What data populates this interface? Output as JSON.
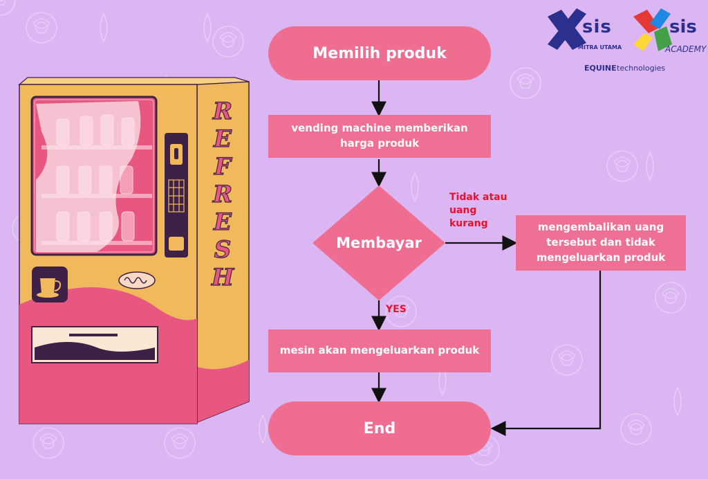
{
  "flowchart": {
    "start": "Memilih produk",
    "step_price": "vending machine memberikan harga produk",
    "decision": "Membayar",
    "no_label": "Tidak atau uang kurang",
    "refund": "mengembalikan uang tersebut dan tidak mengeluarkan produk",
    "yes_label": "YES",
    "dispense": "mesin akan mengeluarkan produk",
    "end": "End"
  },
  "machine": {
    "side_letters": [
      "R",
      "E",
      "F",
      "R",
      "E",
      "S",
      "H"
    ]
  },
  "logos": {
    "xsis_mitra": {
      "mark": "X",
      "word": "SIS",
      "sub": "MITRA UTAMA"
    },
    "xsis_academy": {
      "mark": "X",
      "word": "SIS",
      "sub": "ACADEMY"
    },
    "equine": {
      "brand": "EQUINE",
      "rest": "technologies"
    }
  },
  "colors": {
    "background": "#dcb6f2",
    "node_pink": "#ee6d91",
    "label_red": "#e8102d",
    "machine_yellow": "#f0b95c",
    "machine_pink": "#e8577f",
    "machine_dark": "#3e2147"
  }
}
